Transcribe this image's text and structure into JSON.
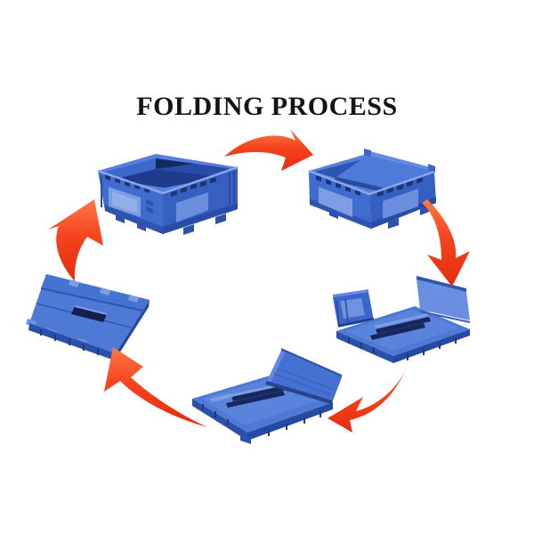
{
  "title": "FOLDING PROCESS",
  "colors": {
    "background": "#ffffff",
    "title_text": "#141414",
    "arrow_red": "#f23a1a",
    "arrow_red_light": "#ff7a45",
    "arrow_red_dark": "#e52c0c",
    "crate_blue": "#3e6ccf",
    "crate_blue_dark": "#2a4ca6",
    "crate_blue_deep": "#17265c",
    "crate_blue_light": "#7e9de2",
    "crate_rim_highlight": "#8aa7ea"
  },
  "process": {
    "name": "crate-folding-cycle",
    "direction": "clockwise",
    "steps": [
      {
        "index": 1,
        "position": "top-left",
        "state": "fully-assembled-crate"
      },
      {
        "index": 2,
        "position": "top-right",
        "state": "one-long-wall-folded-inward"
      },
      {
        "index": 3,
        "position": "middle-right",
        "state": "long-walls-folded-end-walls-up"
      },
      {
        "index": 4,
        "position": "bottom-center",
        "state": "one-end-wall-up-nearly-flat"
      },
      {
        "index": 5,
        "position": "middle-left",
        "state": "fully-folded-flat"
      }
    ],
    "arrows": [
      {
        "from": 1,
        "to": 2,
        "position": "top"
      },
      {
        "from": 2,
        "to": 3,
        "position": "right"
      },
      {
        "from": 3,
        "to": 4,
        "position": "bottom-right"
      },
      {
        "from": 4,
        "to": 5,
        "position": "bottom-left"
      },
      {
        "from": 5,
        "to": 1,
        "position": "left"
      }
    ]
  }
}
